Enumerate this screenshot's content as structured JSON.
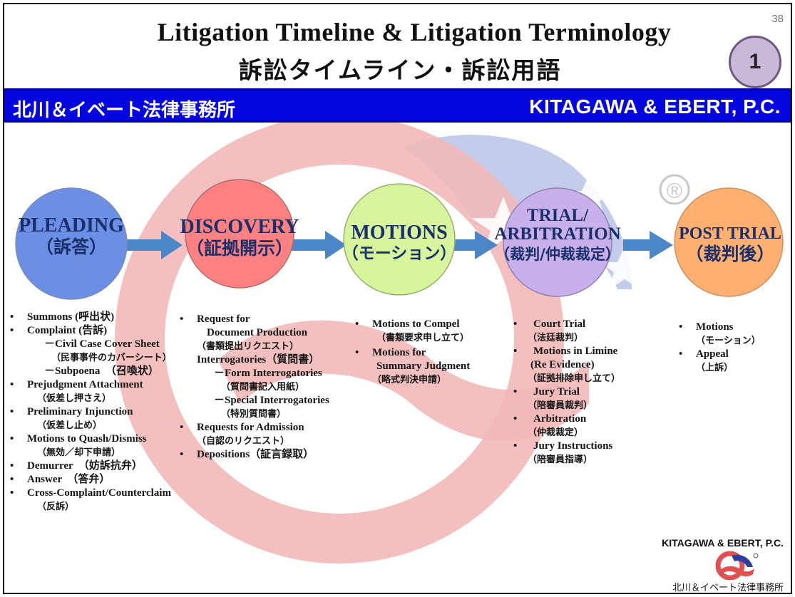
{
  "page_number": "38",
  "title_en": "Litigation Timeline & Litigation Terminology",
  "title_ja": "訴訟タイムライン・訴訟用語",
  "badge": "1",
  "banner": {
    "ja": "北川＆イベート法律事務所",
    "en": "KITAGAWA & EBERT, P.C."
  },
  "stages": [
    {
      "en": "PLEADING",
      "ja": "（訴答）",
      "color": "#6c8fe6"
    },
    {
      "en": "DISCOVERY",
      "ja": "（証拠開示）",
      "color": "#ff8080"
    },
    {
      "en": "MOTIONS",
      "ja": "（モーション）",
      "color": "#d6f59c"
    },
    {
      "en": "TRIAL/",
      "en2": "ARBITRATION",
      "ja": "（裁判/仲裁裁定）",
      "color": "#c8b0ec"
    },
    {
      "en": "POST TRIAL",
      "ja": "（裁判後）",
      "color": "#ffb070"
    }
  ],
  "pleading_items": [
    "Summons (呼出状)",
    "Complaint (告訴)",
    "－Civil Case Cover Sheet",
    "（民事事件のカバーシート）",
    "－Subpoena　（召喚状）",
    "Prejudgment Attachment",
    "（仮差し押さえ）",
    "Preliminary Injunction",
    "（仮差し止め）",
    "Motions to Quash/Dismiss",
    "（無効／却下申請）",
    "Demurrer　（妨訴抗弁）",
    "Answer　（答弁）",
    "Cross-Complaint/Counterclaim",
    "（反訴）"
  ],
  "discovery_items": [
    "Request for",
    "Document Production",
    "（書類提出リクエスト）",
    "Interrogatories（質問書）",
    "－Form Interrogatories",
    "（質問書記入用紙）",
    "－Special Interrogatories",
    "（特別質問書）",
    "Requests for Admission",
    "（自認のリクエスト）",
    "Depositions（証言録取）"
  ],
  "motions_items": [
    "Motions to Compel",
    "（書類要求申し立て）",
    "Motions for",
    "Summary Judgment",
    "（略式判決申請）"
  ],
  "trial_items": [
    "Court Trial",
    "（法廷裁判）",
    "Motions in Limine",
    "(Re Evidence)",
    "（証拠排除申し立て）",
    "Jury Trial",
    "（陪審員裁判）",
    "Arbitration",
    "（仲裁裁定）",
    "Jury Instructions",
    "（陪審員指導）"
  ],
  "post_items": [
    "Motions",
    "（モーション）",
    "Appeal",
    "（上訴）"
  ],
  "registered_mark": "®",
  "footer": {
    "en": "KITAGAWA & EBERT, P.C.",
    "ja": "北川＆イベート法律事務所"
  },
  "colors": {
    "banner": "#0505e0",
    "arrow": "#4a86c8",
    "label": "#1b2f6b",
    "logo_red": "#e05050",
    "logo_blue": "#2a3fa0"
  }
}
